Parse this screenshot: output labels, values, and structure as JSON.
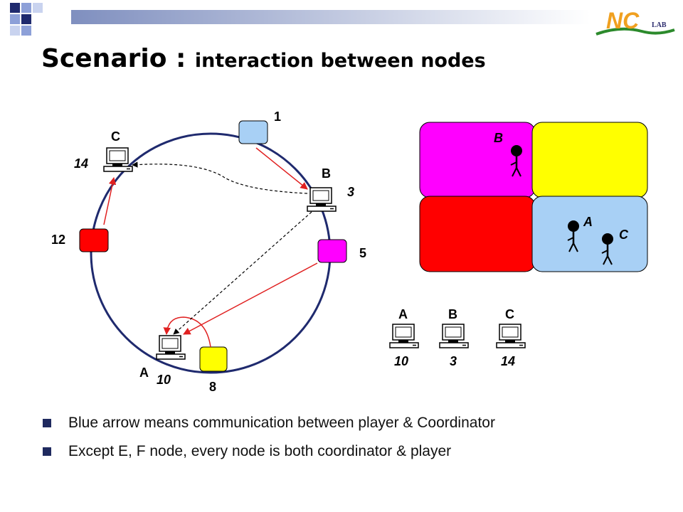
{
  "title": {
    "main": "Scenario : ",
    "sub": "interaction between nodes"
  },
  "logo": {
    "mark": "NC",
    "suffix": "LAB"
  },
  "ring": {
    "node_labels": [
      "1",
      "5",
      "8",
      "12"
    ],
    "node_colors": {
      "1": "#a8d0f5",
      "5": "#ff00ff",
      "8": "#ffff00",
      "12": "#ff0000"
    },
    "players": [
      {
        "name": "C",
        "id": "14"
      },
      {
        "name": "B",
        "id": "3"
      },
      {
        "name": "A",
        "id": "10"
      }
    ]
  },
  "regions": {
    "colors": [
      "#ff00ff",
      "#ffff00",
      "#ff0000",
      "#a8d0f5"
    ],
    "avatars": [
      "B",
      "A",
      "C"
    ]
  },
  "player_list": [
    {
      "name": "A",
      "id": "10"
    },
    {
      "name": "B",
      "id": "3"
    },
    {
      "name": "C",
      "id": "14"
    }
  ],
  "bullets": [
    "Blue arrow means communication between player & Coordinator",
    "Except E, F node, every node is both coordinator & player"
  ]
}
